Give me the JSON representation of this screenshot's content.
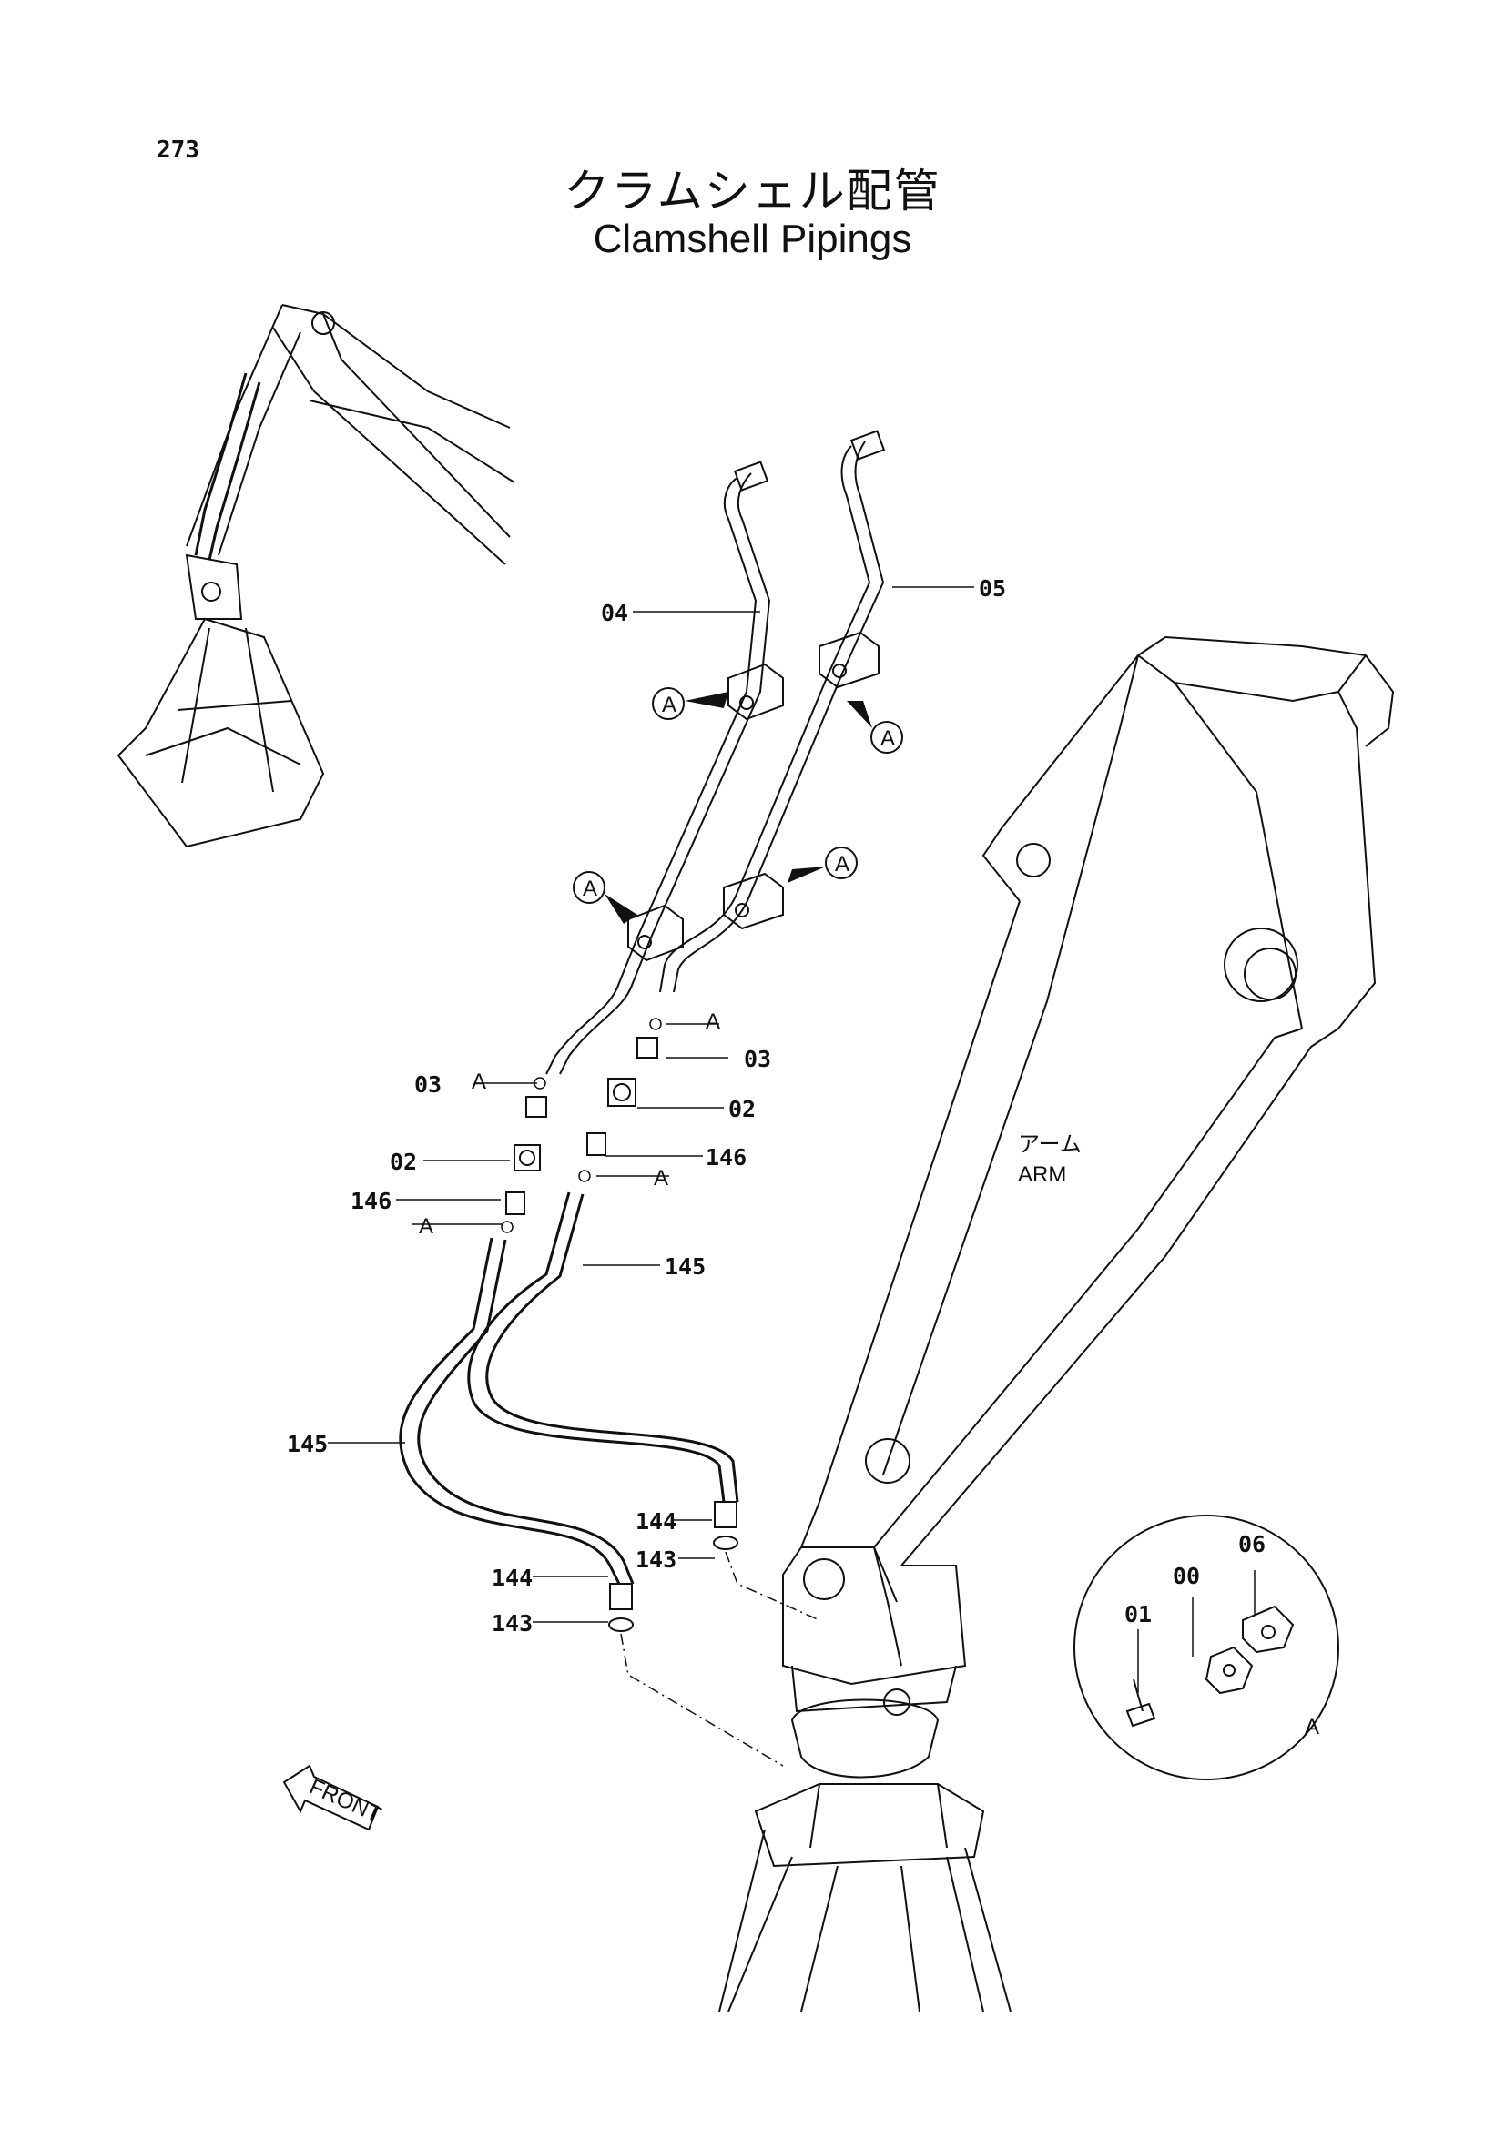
{
  "page_number": "273",
  "title_ja": "クラムシェル配管",
  "title_en": "Clamshell Pipings",
  "arm_label_ja": "アーム",
  "arm_label_en": "ARM",
  "front_label": "FRONT",
  "detail_label": "A",
  "callouts": {
    "p04": "04",
    "p05": "05",
    "p03_left": "03",
    "p03_right": "03",
    "p02_left": "02",
    "p02_right": "02",
    "p146_left": "146",
    "p146_right": "146",
    "p145_upper": "145",
    "p145_lower": "145",
    "p144_left": "144",
    "p144_right": "144",
    "p143_left": "143",
    "p143_right": "143",
    "a1": "A",
    "a2": "A",
    "a3": "A",
    "a4": "A",
    "a5": "A",
    "a6": "A",
    "a7": "A",
    "a8": "A",
    "d01": "01",
    "d00": "00",
    "d06": "06"
  }
}
